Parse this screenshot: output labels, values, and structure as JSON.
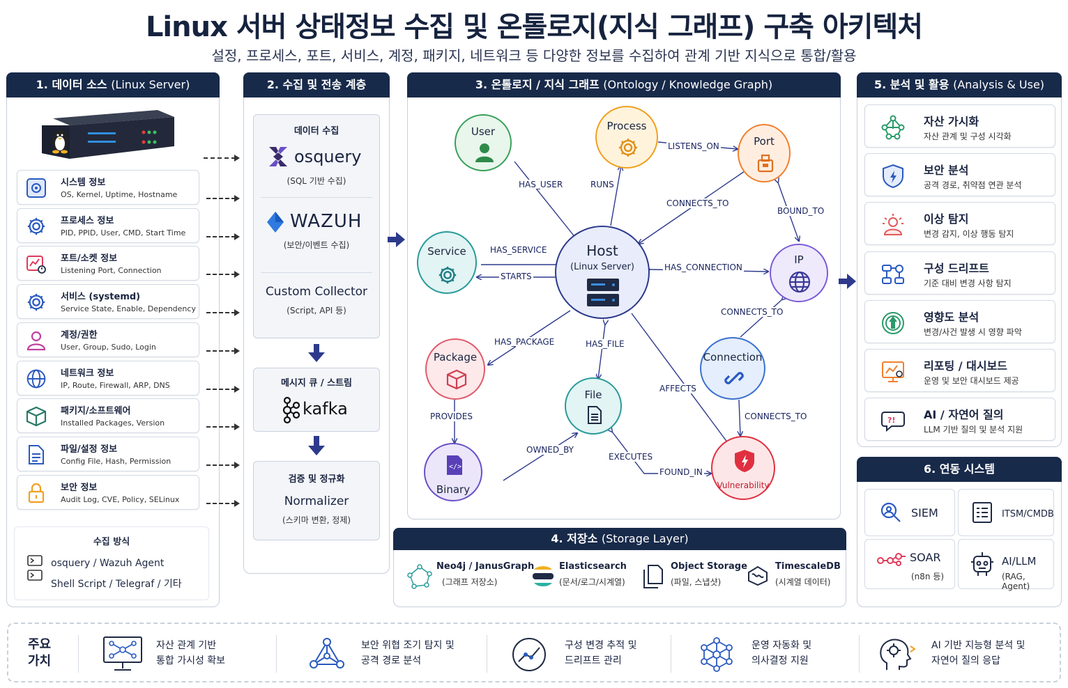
{
  "header": {
    "title": "Linux 서버 상태정보 수집 및 온톨로지(지식 그래프) 구축 아키텍처",
    "subtitle": "설정, 프로세스, 포트, 서비스, 계정, 패키지, 네트워크 등 다양한 정보를 수집하여 관계 기반 지식으로 통합/활용"
  },
  "section1": {
    "title": "1. 데이터 소스",
    "title_sub": "(Linux Server)",
    "items": [
      {
        "title": "시스템 정보",
        "desc": "OS, Kernel, Uptime, Hostname",
        "icon": "system-icon"
      },
      {
        "title": "프로세스 정보",
        "desc": "PID, PPID, User, CMD, Start Time",
        "icon": "gear-icon"
      },
      {
        "title": "포트/소켓 정보",
        "desc": "Listening Port, Connection",
        "icon": "port-icon"
      },
      {
        "title": "서비스 (systemd)",
        "desc": "Service State, Enable, Dependency",
        "icon": "service-gear-icon"
      },
      {
        "title": "계정/권한",
        "desc": "User, Group, Sudo, Login",
        "icon": "user-icon"
      },
      {
        "title": "네트워크 정보",
        "desc": "IP, Route, Firewall, ARP, DNS",
        "icon": "globe-icon"
      },
      {
        "title": "패키지/소프트웨어",
        "desc": "Installed Packages, Version",
        "icon": "package-icon"
      },
      {
        "title": "파일/설정 정보",
        "desc": "Config File, Hash, Permission",
        "icon": "file-icon"
      },
      {
        "title": "보안 정보",
        "desc": "Audit Log, CVE, Policy, SELinux",
        "icon": "lock-icon"
      }
    ],
    "method_title": "수집 방식",
    "method_line1": "osquery / Wazuh Agent",
    "method_line2": "Shell Script / Telegraf / 기타"
  },
  "section2": {
    "title": "2. 수집 및 전송 계층",
    "collect_label": "데이터 수집",
    "osquery_name": "osquery",
    "osquery_caption": "(SQL 기반 수집)",
    "wazuh_name": "WAZUH",
    "wazuh_caption": "(보안/이벤트 수집)",
    "custom_name": "Custom Collector",
    "custom_caption": "(Script, API 등)",
    "queue_label": "메시지 큐 / 스트림",
    "kafka_name": "kafka",
    "normalize_label": "검증 및 정규화",
    "normalize_name": "Normalizer",
    "normalize_caption": "(스키마 변환, 정제)"
  },
  "section3": {
    "title": "3. 온톨로지 / 지식 그래프",
    "title_sub": "(Ontology / Knowledge Graph)",
    "nodes": {
      "user": "User",
      "process": "Process",
      "port": "Port",
      "service": "Service",
      "host": "Host",
      "host_sub": "(Linux Server)",
      "ip": "IP",
      "package": "Package",
      "file": "File",
      "connection": "Connection",
      "binary": "Binary",
      "vulnerability": "Vulnerability"
    },
    "edges": {
      "has_user": "HAS_USER",
      "runs": "RUNS",
      "listens_on": "LISTENS_ON",
      "connects_to_port": "CONNECTS_TO",
      "bound_to": "BOUND_TO",
      "has_service": "HAS_SERVICE",
      "starts": "STARTS",
      "has_connection": "HAS_CONNECTION",
      "connects_to_ip": "CONNECTS_TO",
      "has_package": "HAS_PACKAGE",
      "has_file": "HAS_FILE",
      "affects": "AFFECTS",
      "provides": "PROVIDES",
      "connects_to_vuln": "CONNECTS_TO",
      "owned_by": "OWNED_BY",
      "executes": "EXECUTES",
      "found_in": "FOUND_IN"
    }
  },
  "section4": {
    "title": "4. 저장소",
    "title_sub": "(Storage Layer)",
    "items": [
      {
        "name": "Neo4j / JanusGraph",
        "caption": "(그래프 저장소)"
      },
      {
        "name": "Elasticsearch",
        "caption": "(문서/로그/시계열)"
      },
      {
        "name": "Object Storage",
        "caption": "(파일, 스냅샷)"
      },
      {
        "name": "TimescaleDB",
        "caption": "(시계열 데이터)"
      }
    ]
  },
  "section5": {
    "title": "5. 분석 및 활용",
    "title_sub": "(Analysis & Use)",
    "items": [
      {
        "title": "자산 가시화",
        "desc": "자산 관계 및 구성 시각화"
      },
      {
        "title": "보안 분석",
        "desc": "공격 경로, 취약점 연관 분석"
      },
      {
        "title": "이상 탐지",
        "desc": "변경 감지, 이상 행동 탐지"
      },
      {
        "title": "구성 드리프트",
        "desc": "기준 대비 변경 사항 탐지"
      },
      {
        "title": "영향도 분석",
        "desc": "변경/사건 발생 시 영향 파악"
      },
      {
        "title": "리포팅 / 대시보드",
        "desc": "운영 및 보안 대시보드 제공"
      },
      {
        "title": "AI / 자연어 질의",
        "desc": "LLM 기반 질의 및 분석 지원"
      }
    ]
  },
  "section6": {
    "title": "6. 연동 시스템",
    "siem": "SIEM",
    "itsm": "ITSM/CMDB",
    "soar": "SOAR",
    "soar_sub": "(n8n 등)",
    "ai": "AI/LLM",
    "ai_sub": "(RAG, Agent)"
  },
  "values": {
    "label": "주요\n가치",
    "items": [
      "자산 관계 기반\n통합 가시성 확보",
      "보안 위협 조기 탐지 및\n공격 경로 분석",
      "구성 변경 추적 및\n드리프트 관리",
      "운영 자동화 및\n의사결정 지원",
      "AI 기반 지능형 분석 및\n자연어 질의 응답"
    ]
  },
  "colors": {
    "header_bg": "#182a4a",
    "arrow": "#2d3a8c",
    "user": "#3aa05a",
    "process": "#f0a020",
    "port": "#f08030",
    "service": "#2a9a9a",
    "host": "#2d3a8c",
    "ip": "#7b5cd6",
    "package": "#e05a6a",
    "file": "#2a9a9a",
    "connection": "#3a70d0",
    "binary": "#6a50c8",
    "vulnerability": "#e03040"
  }
}
